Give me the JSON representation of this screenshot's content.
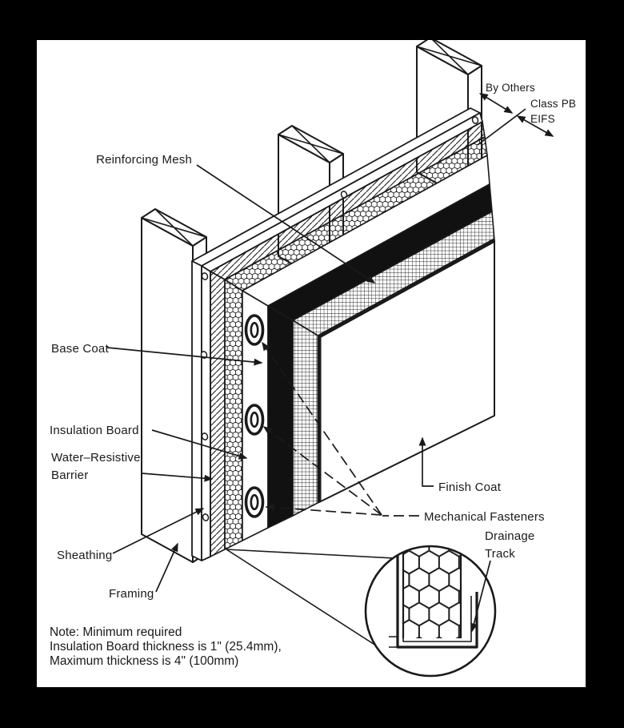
{
  "diagram": {
    "type": "technical-illustration",
    "subject": "Class PB EIFS wall assembly cutaway",
    "colors": {
      "background": "#000000",
      "page": "#ffffff",
      "ink": "#1a1a1a"
    },
    "labels": {
      "reinforcing_mesh": "Reinforcing Mesh",
      "base_coat": "Base Coat",
      "insulation_board": "Insulation Board",
      "water_resistive_barrier": {
        "line1": "Water–Resistive",
        "line2": "Barrier"
      },
      "sheathing": "Sheathing",
      "framing": "Framing",
      "finish_coat": "Finish Coat",
      "mechanical_fasteners": "Mechanical Fasteners",
      "drainage_track": {
        "line1": "Drainage",
        "line2": "Track"
      },
      "by_others": "By Others",
      "class_pb": "Class PB",
      "eifs": "EIFS"
    },
    "note": {
      "lines": [
        "Note: Minimum required",
        "Insulation Board thickness is 1\" (25.4mm),",
        "Maximum thickness is 4\" (100mm)"
      ]
    }
  }
}
